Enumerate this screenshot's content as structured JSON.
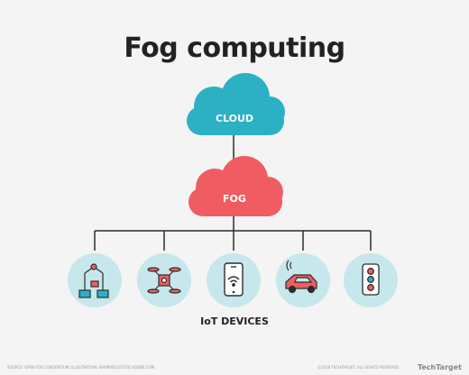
{
  "title": "Fog computing",
  "cloud_label": "CLOUD",
  "fog_label": "FOG",
  "iot_label": "IoT DEVICES",
  "footer_left": "SOURCE: OPEN FOG CONSORTIUM; ILLUSTRATION: RAWPIXEL/STOCK.ADOBE.COM",
  "footer_right": "©2018 TECHTARGET. ALL RIGHTS RESERVED",
  "logo": "TechTarget",
  "colors": {
    "cloud": "#2bb0c4",
    "fog": "#ef5d63",
    "device_bg": "#c6e7ec",
    "line": "#2d2d2d"
  },
  "devices": [
    {
      "icon": "robotic-arm-icon"
    },
    {
      "icon": "drone-icon"
    },
    {
      "icon": "smartphone-wifi-icon"
    },
    {
      "icon": "connected-car-icon"
    },
    {
      "icon": "traffic-light-icon"
    }
  ]
}
